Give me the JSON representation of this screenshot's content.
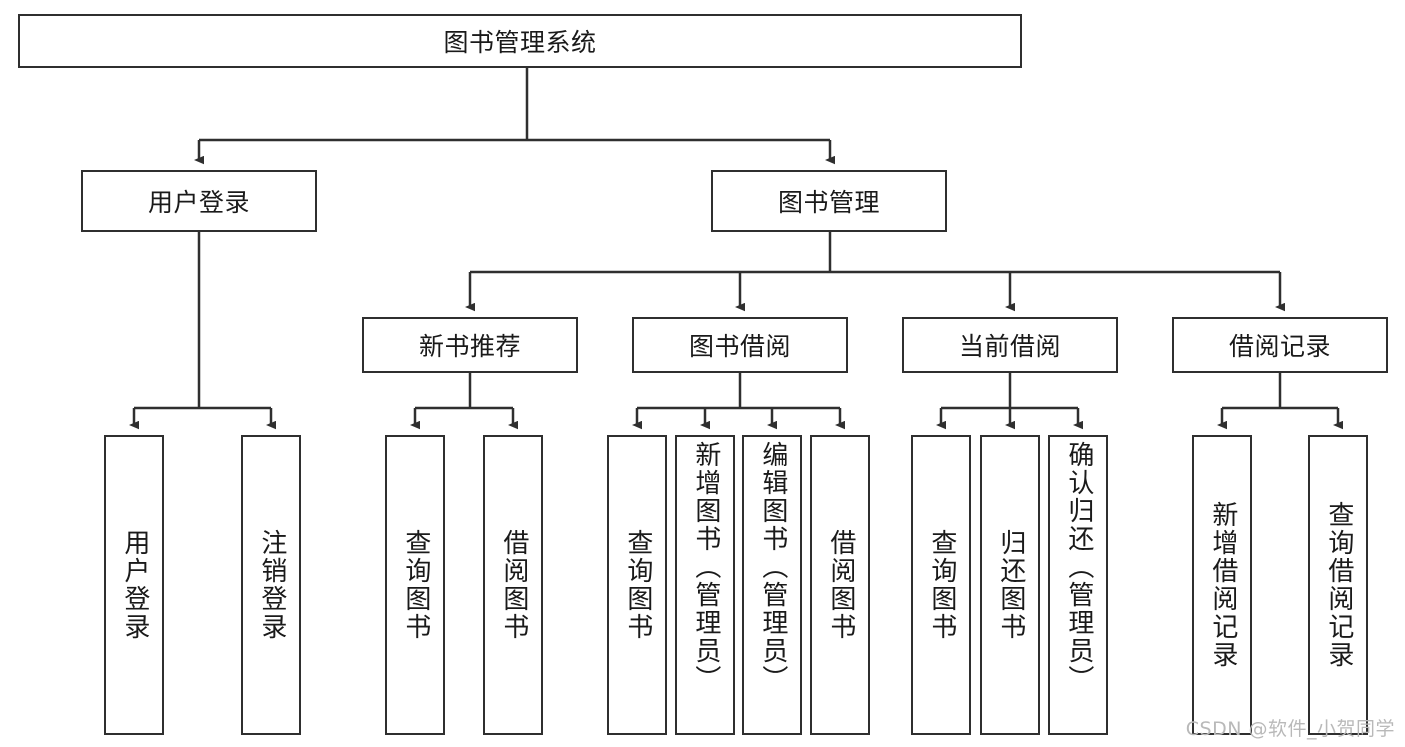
{
  "diagram": {
    "title": "图书管理系统",
    "type": "tree-hierarchy-diagram",
    "root": {
      "label": "图书管理系统"
    },
    "level2": [
      {
        "label": "用户登录"
      },
      {
        "label": "图书管理"
      }
    ],
    "level3": [
      {
        "label": "新书推荐"
      },
      {
        "label": "图书借阅"
      },
      {
        "label": "当前借阅"
      },
      {
        "label": "借阅记录"
      }
    ],
    "leaves": {
      "user_login": [
        {
          "label": "用户登录"
        },
        {
          "label": "注销登录"
        }
      ],
      "new_book_recommend": [
        {
          "label": "查询图书"
        },
        {
          "label": "借阅图书"
        }
      ],
      "book_borrow": [
        {
          "label": "查询图书"
        },
        {
          "label": "新增图书（管理员）"
        },
        {
          "label": "编辑图书（管理员）"
        },
        {
          "label": "借阅图书"
        }
      ],
      "current_borrow": [
        {
          "label": "查询图书"
        },
        {
          "label": "归还图书"
        },
        {
          "label": "确认归还（管理员）"
        }
      ],
      "borrow_records": [
        {
          "label": "新增借阅记录"
        },
        {
          "label": "查询借阅记录"
        }
      ]
    }
  },
  "watermark": {
    "text": "CSDN @软件_小贺同学"
  },
  "colors": {
    "stroke": "#2f2f2f",
    "text": "#1a1a1a",
    "background": "#ffffff",
    "watermark": "#b9b9b9"
  }
}
